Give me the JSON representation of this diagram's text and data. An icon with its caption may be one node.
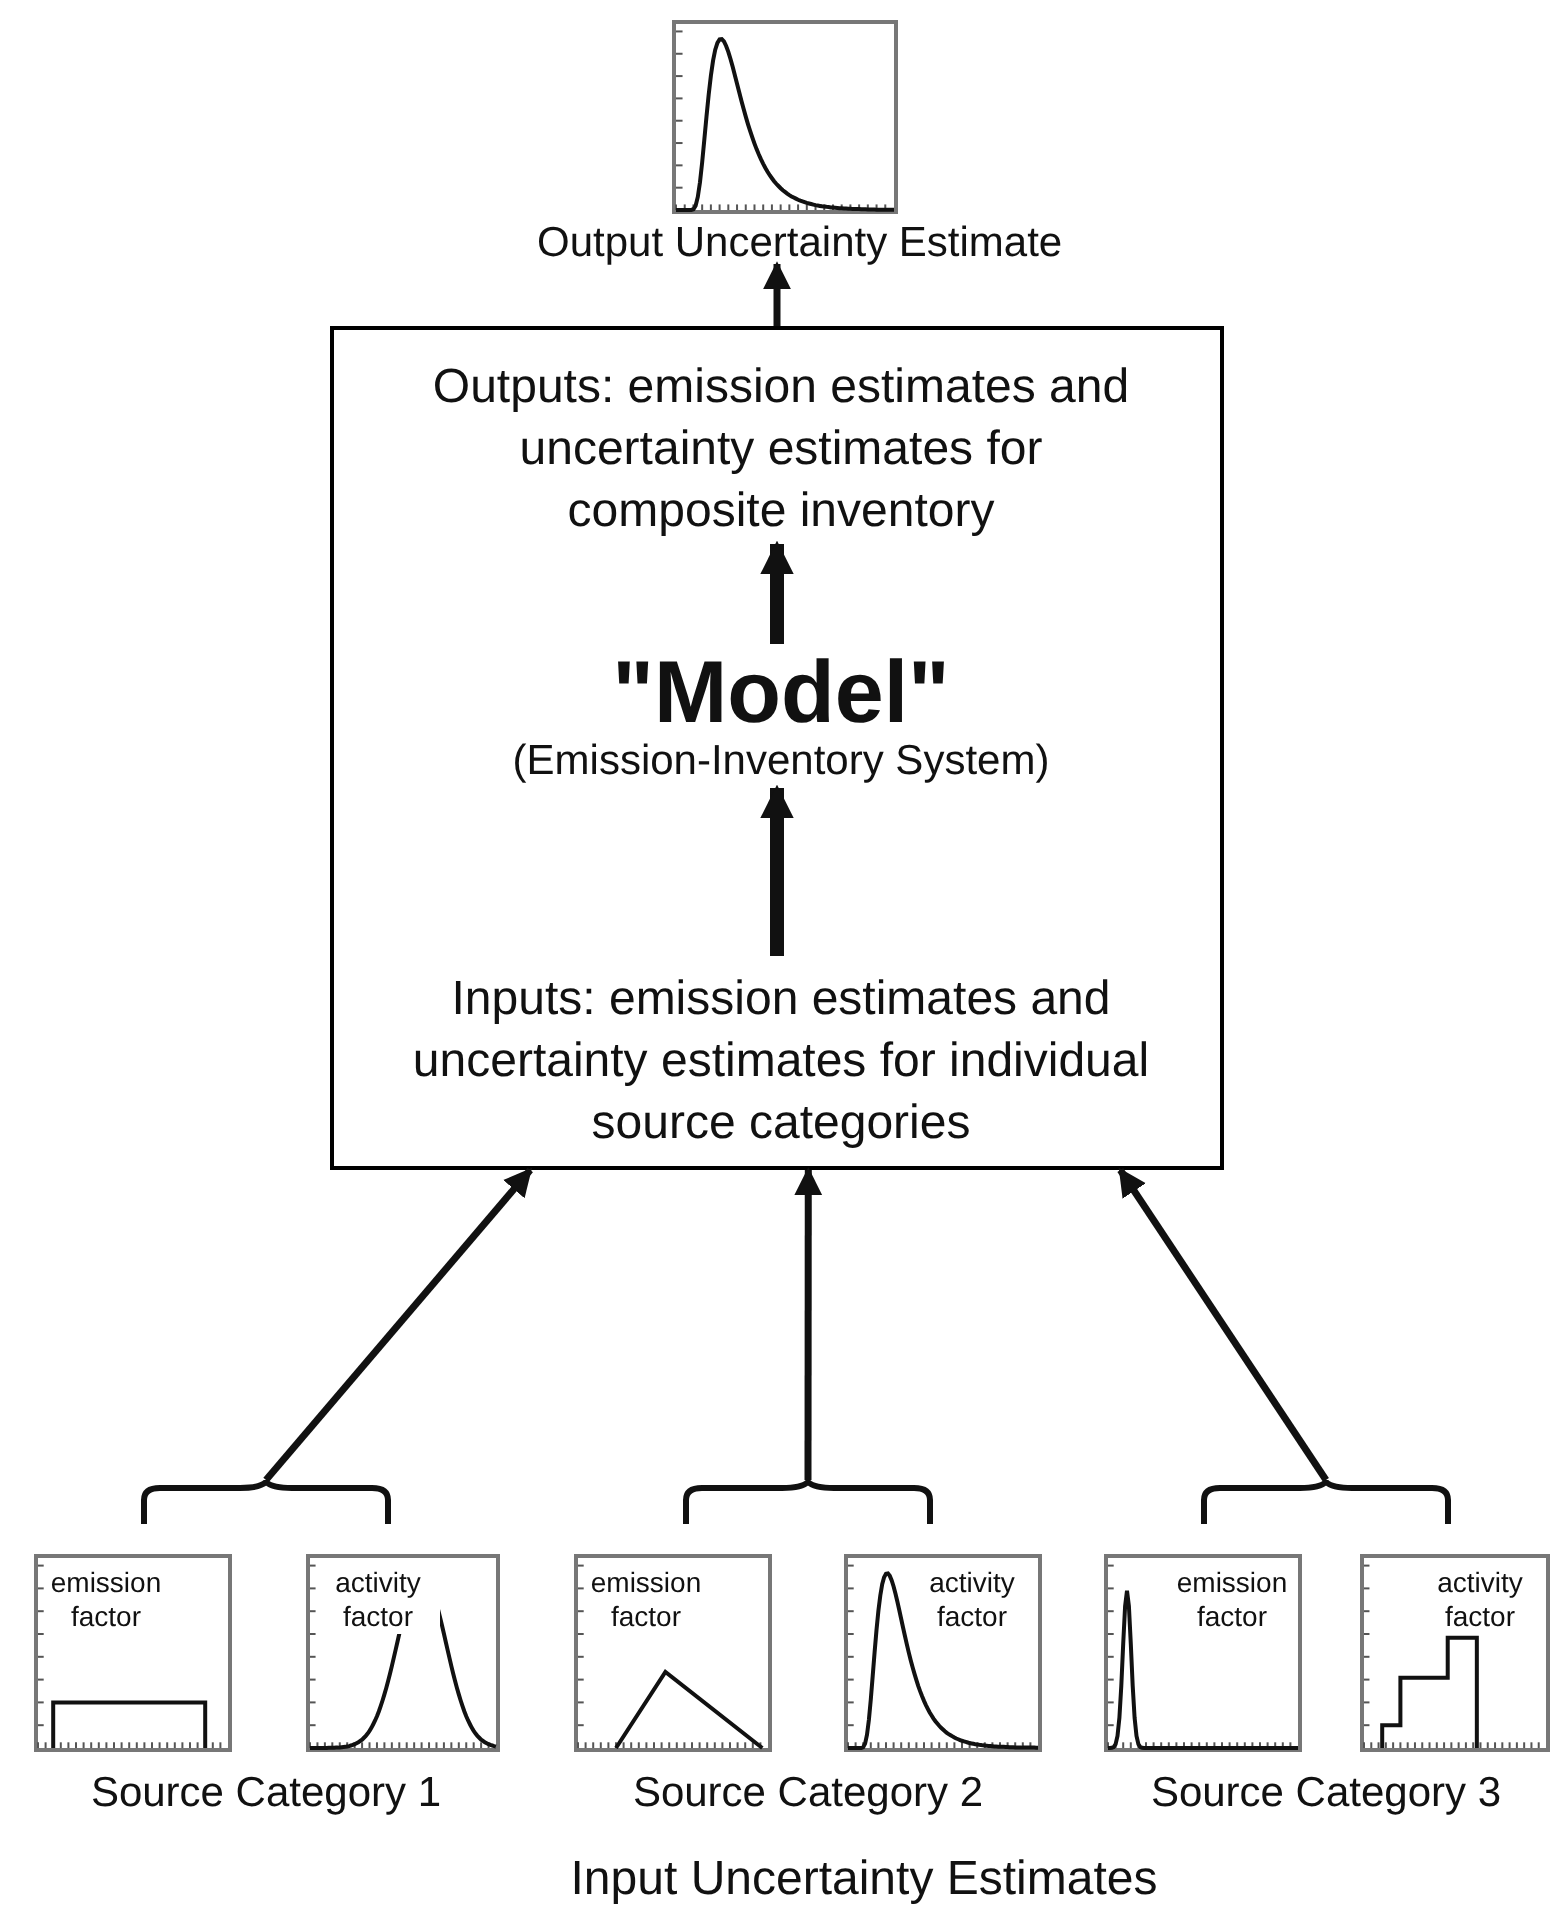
{
  "diagram": {
    "nodes": [
      {
        "text": [],
        "shape": "box"
      },
      {
        "text": [
          "Outputs:  emission estimates and uncertainty estimates for composite inventory"
        ],
        "in": 0
      },
      {
        "text": [
          "\"Model\"",
          "(Emission-Inventory System)"
        ],
        "in": 0
      },
      {
        "text": [
          "Inputs:  emission estimates and uncertainty estimates for individual source categories"
        ],
        "in": 0
      },
      {
        "text": [
          "Output Uncertainty Estimate"
        ]
      },
      {
        "text": [
          "Source Category 1"
        ]
      },
      {
        "text": [
          "emission factor"
        ],
        "in": 5
      },
      {
        "text": [
          "activity factor"
        ],
        "in": 5
      },
      {
        "text": [
          "Source Category 2"
        ]
      },
      {
        "text": [
          "emission factor"
        ],
        "in": 8
      },
      {
        "text": [
          "activity factor"
        ],
        "in": 8
      },
      {
        "text": [
          "Source Category 3"
        ]
      },
      {
        "text": [
          "emission factor"
        ],
        "in": 11
      },
      {
        "text": [
          "activity factor"
        ],
        "in": 11
      }
    ],
    "edges": [
      {
        "from": 0,
        "to": 4,
        "arrow": "to"
      },
      {
        "from": 3,
        "to": 2,
        "arrow": "to",
        "style": "thick"
      },
      {
        "from": 2,
        "to": 1,
        "arrow": "to",
        "style": "thick"
      },
      {
        "from": 5,
        "to": 0,
        "arrow": "to"
      },
      {
        "from": 8,
        "to": 0,
        "arrow": "to"
      },
      {
        "from": 11,
        "to": 0,
        "arrow": "to"
      }
    ],
    "labels": [
      "Input Uncertainty Estimates"
    ]
  }
}
